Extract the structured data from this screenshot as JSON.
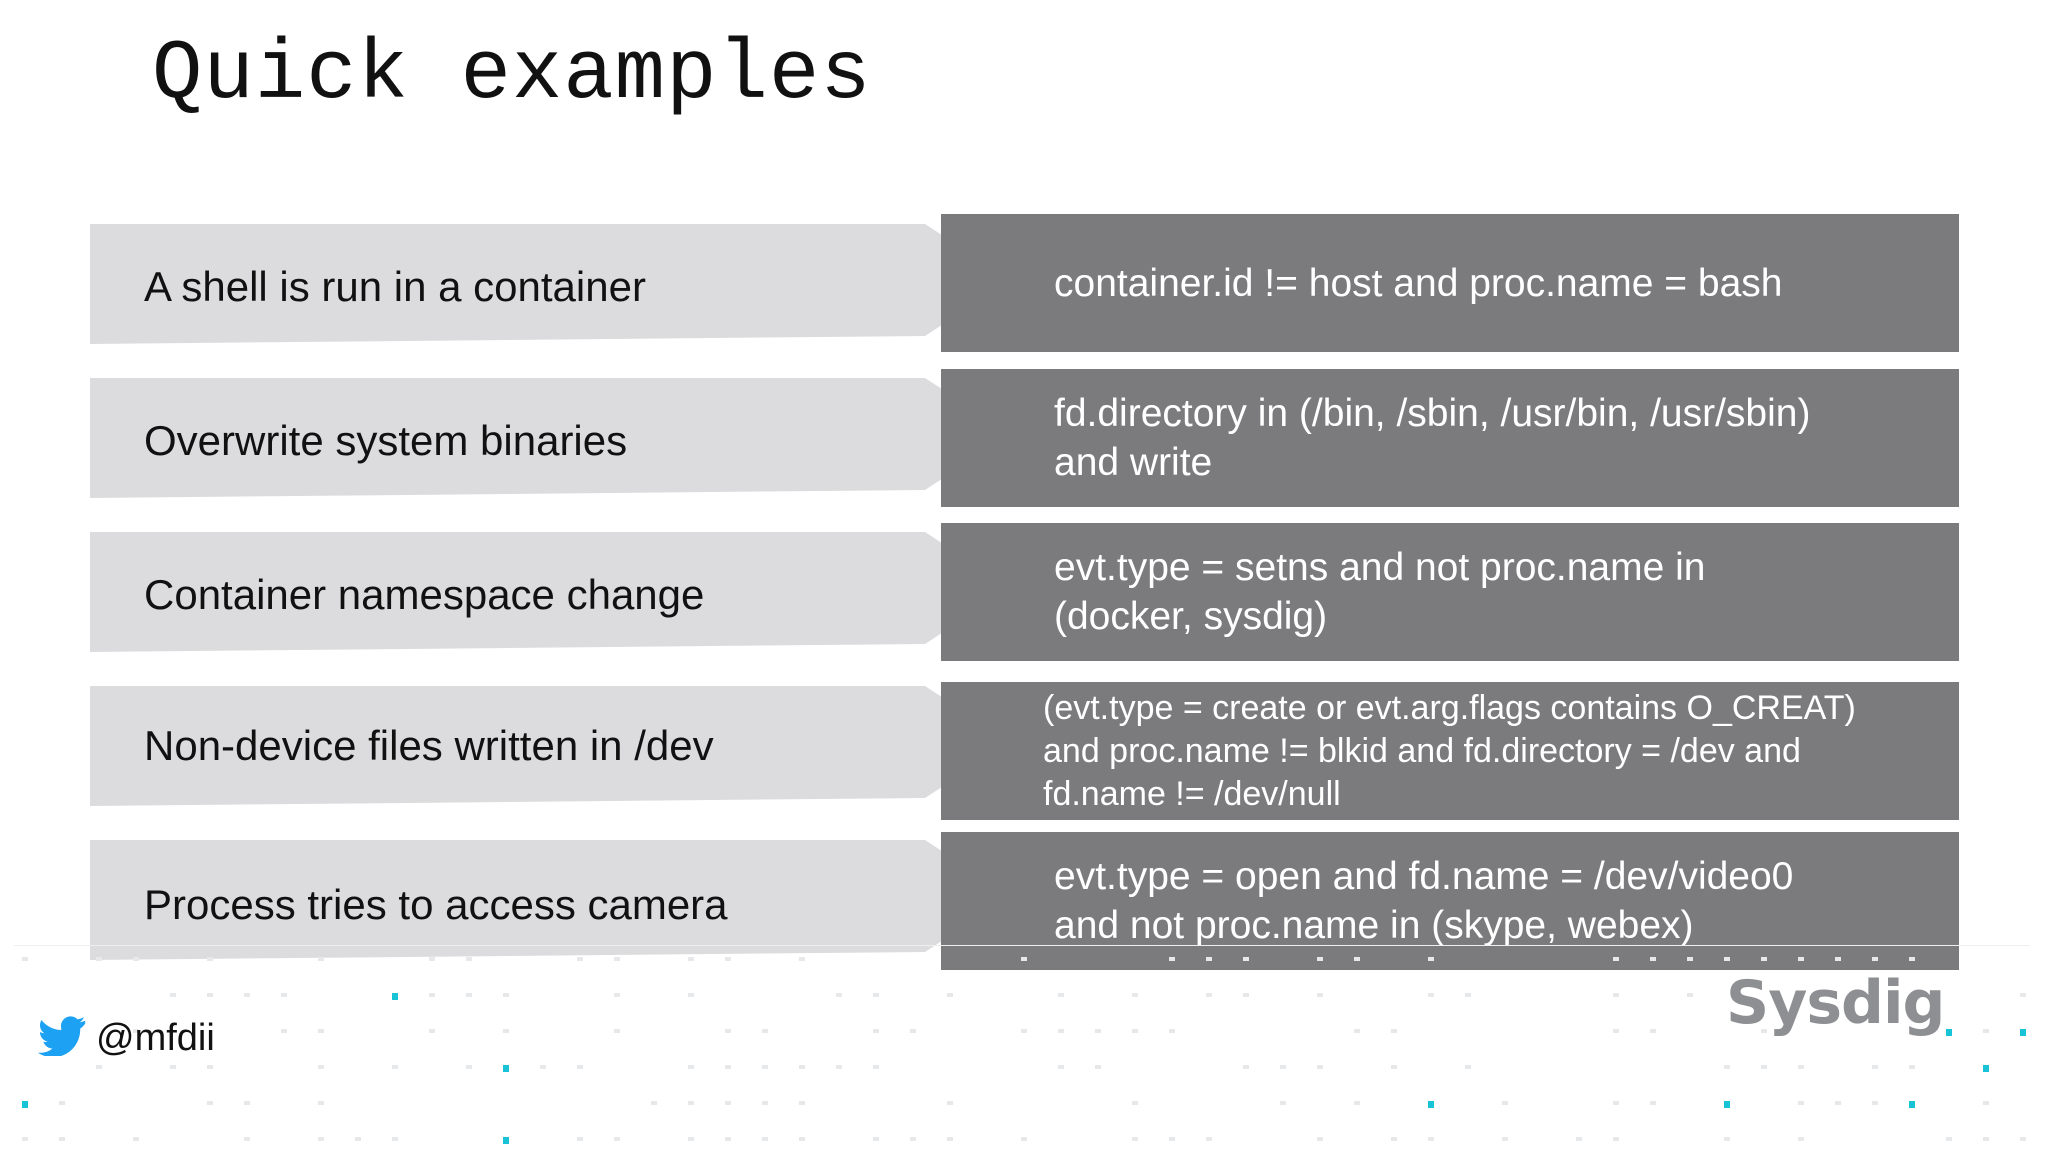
{
  "slide": {
    "title": "Quick examples",
    "rows": [
      {
        "label": "A shell is run in a container",
        "rule": "container.id != host and proc.name = bash"
      },
      {
        "label": "Overwrite system binaries",
        "rule": "fd.directory in (/bin, /sbin, /usr/bin, /usr/sbin)\nand write"
      },
      {
        "label": "Container namespace change",
        "rule": "evt.type = setns and not proc.name in\n(docker, sysdig)"
      },
      {
        "label": "Non-device files written in /dev",
        "rule": "(evt.type = create or evt.arg.flags contains O_CREAT)\nand proc.name != blkid and fd.directory = /dev and\nfd.name != /dev/null"
      },
      {
        "label": "Process tries to access camera",
        "rule": "evt.type = open and fd.name = /dev/video0\nand not proc.name in (skype, webex)"
      }
    ]
  },
  "footer": {
    "handle": "@mfdii",
    "handle_icon": "twitter-bird-icon",
    "logo": "Sysdig"
  },
  "colors": {
    "arrow_fill": "#dcdcde",
    "box_fill": "#7b7a7d",
    "accent_dots": "#19c3d6",
    "twitter_blue": "#1da1f2"
  }
}
